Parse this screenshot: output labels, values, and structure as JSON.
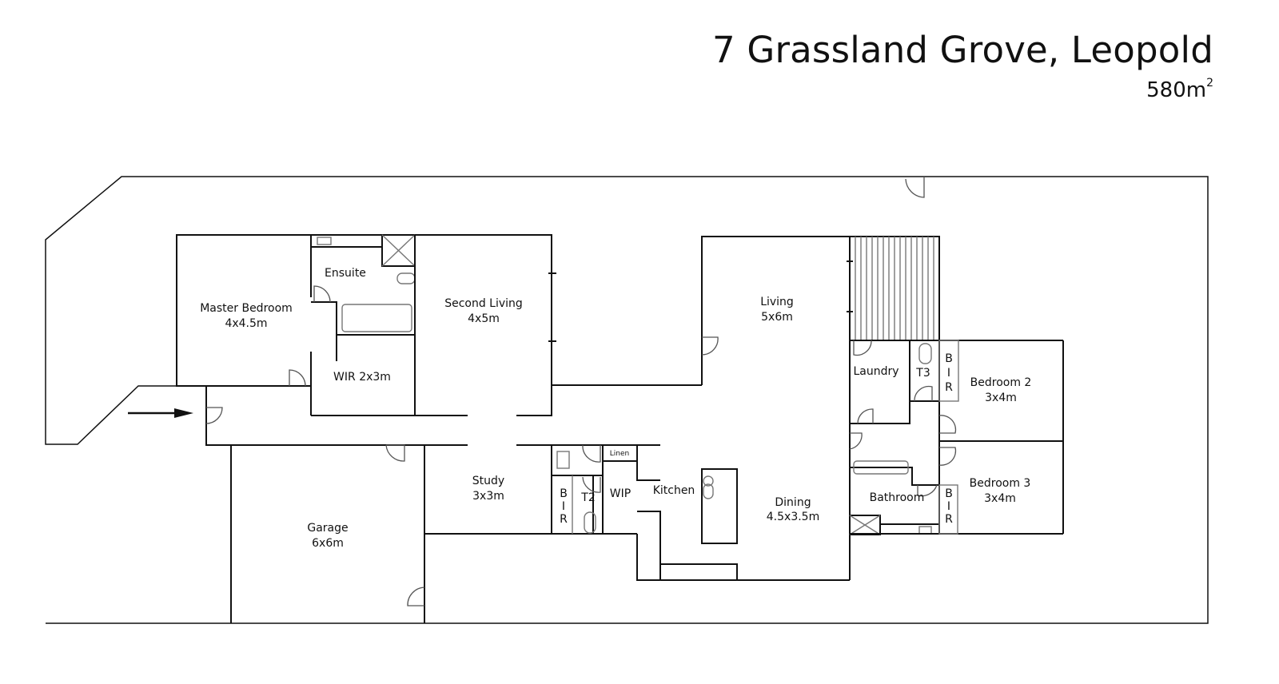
{
  "header": {
    "address": "7 Grassland Grove, Leopold",
    "area_value": "580m",
    "area_unit_sup": "2"
  },
  "rooms": {
    "master_bedroom": {
      "name": "Master Bedroom",
      "size": "4x4.5m"
    },
    "ensuite": {
      "name": "Ensuite"
    },
    "wir": {
      "name": "WIR 2x3m"
    },
    "second_living": {
      "name": "Second Living",
      "size": "4x5m"
    },
    "living": {
      "name": "Living",
      "size": "5x6m"
    },
    "laundry": {
      "name": "Laundry"
    },
    "t3": {
      "name": "T3"
    },
    "bedroom2": {
      "name": "Bedroom 2",
      "size": "3x4m"
    },
    "bedroom3": {
      "name": "Bedroom 3",
      "size": "3x4m"
    },
    "bathroom": {
      "name": "Bathroom"
    },
    "study": {
      "name": "Study",
      "size": "3x3m"
    },
    "garage": {
      "name": "Garage",
      "size": "6x6m"
    },
    "t2": {
      "name": "T2"
    },
    "wip": {
      "name": "WIP"
    },
    "linen": {
      "name": "Linen"
    },
    "kitchen": {
      "name": "Kitchen"
    },
    "dining": {
      "name": "Dining",
      "size": "4.5x3.5m"
    },
    "bir": {
      "b": "B",
      "i": "I",
      "r": "R"
    }
  },
  "markers": {
    "entry_arrow": "entry-arrow-icon"
  }
}
